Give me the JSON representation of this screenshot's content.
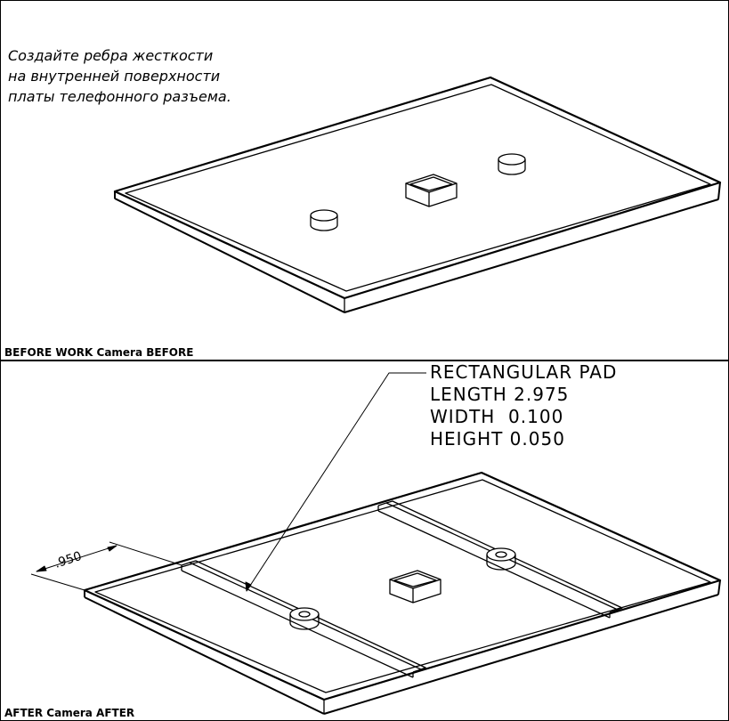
{
  "before": {
    "instruction_lines": [
      "Создайте ребра жесткости",
      "на внутренней поверхности",
      "платы телефонного разъема."
    ],
    "caption": "BEFORE WORK Camera BEFORE"
  },
  "after": {
    "note": {
      "title": "RECTANGULAR PAD",
      "length_line": "LENGTH 2.975",
      "width_line": "WIDTH  0.100",
      "height_line": "HEIGHT 0.050"
    },
    "dimension_value": ".950",
    "caption": "AFTER Camera AFTER"
  },
  "colors": {
    "line": "#000000",
    "background": "#ffffff"
  }
}
